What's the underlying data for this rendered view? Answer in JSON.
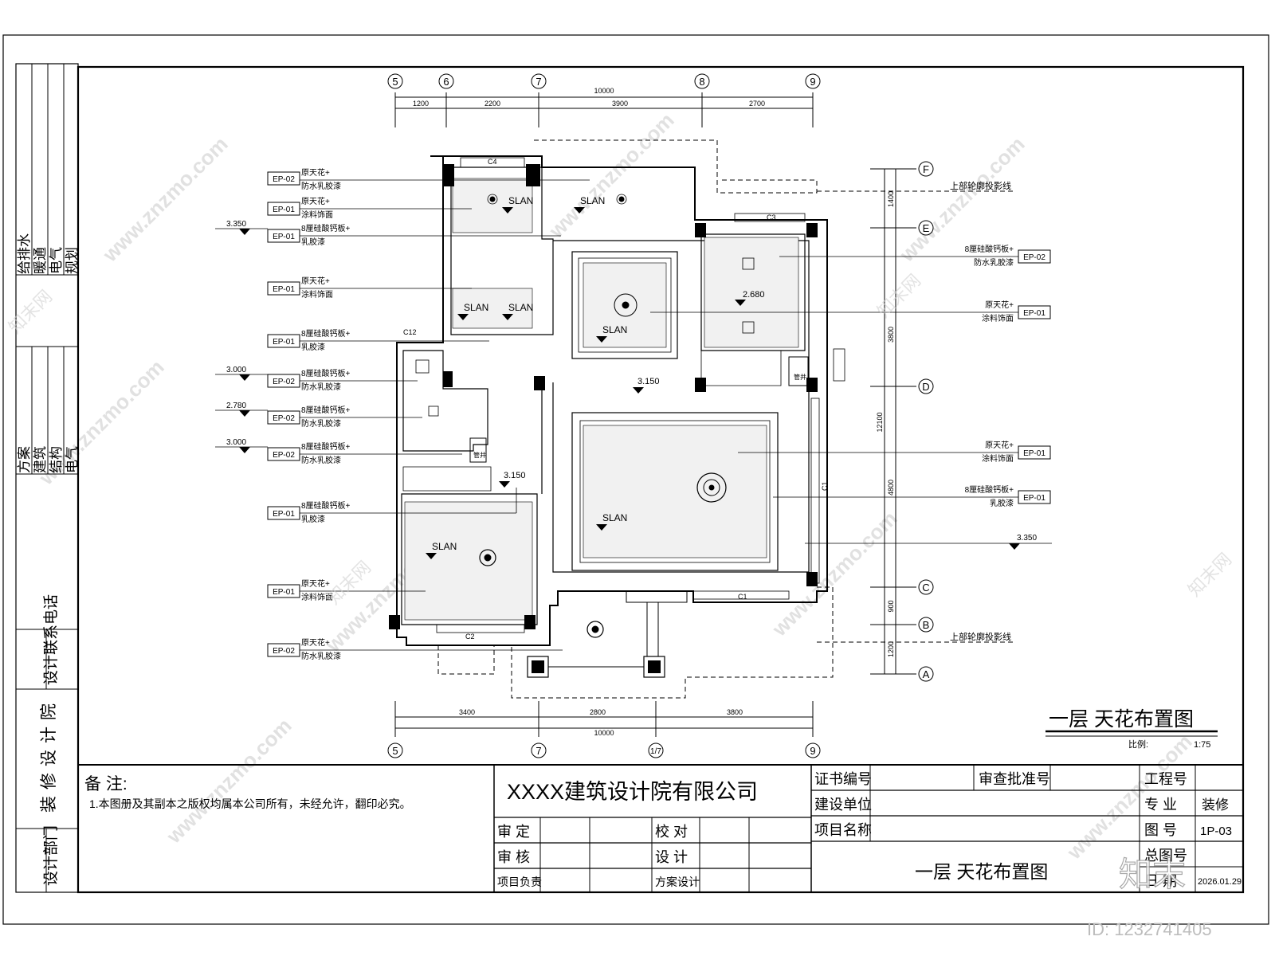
{
  "side_strip": {
    "disciplines_top": [
      "给排水",
      "暖通",
      "电气",
      "规划"
    ],
    "disciplines_mid": [
      "方案",
      "建筑",
      "结构",
      "电气"
    ],
    "design_contact": "设计联系电话",
    "decoration_institute": "装修设计院",
    "design_department": "设计部门"
  },
  "axes": {
    "top_labels": [
      "5",
      "6",
      "7",
      "8",
      "9"
    ],
    "top_total": "10000",
    "top_dims": [
      "1200",
      "2200",
      "3900",
      "2700"
    ],
    "bottom_labels": [
      "5",
      "7",
      "1/7",
      "9"
    ],
    "bottom_total": "10000",
    "bottom_dims": [
      "3400",
      "2800",
      "3800"
    ],
    "right_labels": [
      "F",
      "E",
      "D",
      "C",
      "B",
      "A"
    ],
    "right_total": "12100",
    "right_dims": [
      "1400",
      "3800",
      "4800",
      "900",
      "1200"
    ]
  },
  "left_callouts": [
    {
      "code": "EP-02",
      "line1": "原天花+",
      "line2": "防水乳胶漆",
      "elev": ""
    },
    {
      "code": "EP-01",
      "line1": "原天花+",
      "line2": "涂料饰面",
      "elev": ""
    },
    {
      "code": "EP-01",
      "line1": "8厘硅酸钙板+",
      "line2": "乳胶漆",
      "elev": "3.350"
    },
    {
      "code": "EP-01",
      "line1": "原天花+",
      "line2": "涂料饰面",
      "elev": ""
    },
    {
      "code": "EP-01",
      "line1": "8厘硅酸钙板+",
      "line2": "乳胶漆",
      "elev": ""
    },
    {
      "code": "EP-02",
      "line1": "8厘硅酸钙板+",
      "line2": "防水乳胶漆",
      "elev": "3.000"
    },
    {
      "code": "EP-02",
      "line1": "8厘硅酸钙板+",
      "line2": "防水乳胶漆",
      "elev": "2.780"
    },
    {
      "code": "EP-02",
      "line1": "8厘硅酸钙板+",
      "line2": "防水乳胶漆",
      "elev": "3.000"
    },
    {
      "code": "EP-01",
      "line1": "8厘硅酸钙板+",
      "line2": "乳胶漆",
      "elev": ""
    },
    {
      "code": "EP-01",
      "line1": "原天花+",
      "line2": "涂料饰面",
      "elev": ""
    },
    {
      "code": "EP-02",
      "line1": "原天花+",
      "line2": "防水乳胶漆",
      "elev": ""
    }
  ],
  "right_callouts": [
    {
      "code": "EP-02",
      "line1": "8厘硅酸钙板+",
      "line2": "防水乳胶漆"
    },
    {
      "code": "EP-01",
      "line1": "原天花+",
      "line2": "涂料饰面"
    },
    {
      "code": "EP-01",
      "line1": "原天花+",
      "line2": "涂料饰面"
    },
    {
      "code": "EP-01",
      "line1": "8厘硅酸钙板+",
      "line2": "乳胶漆"
    }
  ],
  "right_elevation": "3.350",
  "projection_line_label": "上部轮廓投影线",
  "slan_label": "SLAN",
  "interior_elevations": [
    "2.680",
    "3.150",
    "3.150"
  ],
  "window_tags": [
    "C4",
    "C3",
    "C12",
    "C2",
    "C1",
    "C1"
  ],
  "shaft_label": "管井",
  "drawing_title": "一层  天花布置图",
  "scale_label": "比例:",
  "scale_value": "1:75",
  "title_block": {
    "notes_title": "备 注:",
    "note_1": "1.本图册及其副本之版权均属本公司所有，未经允许，翻印必究。",
    "company": "XXXX建筑设计院有限公司",
    "approve": "审 定",
    "check": "校 对",
    "review": "审 核",
    "design": "设 计",
    "project_lead": "项目负责",
    "scheme_design": "方案设计",
    "cert_no": "证书编号",
    "review_no": "审查批准号",
    "project_no": "工程号",
    "client": "建设单位",
    "specialty": "专 业",
    "specialty_value": "装修",
    "project_name": "项目名称",
    "drawing_no": "图 号",
    "drawing_no_value": "1P-03",
    "total_no": "总图号",
    "sheet_title": "一层 天花布置图",
    "date": "日 期",
    "date_value": "2026.01.29"
  },
  "watermarks": {
    "site": "www.znzmo.com",
    "brand": "知末网",
    "logo": "知末",
    "id": "ID: 1232741405"
  }
}
